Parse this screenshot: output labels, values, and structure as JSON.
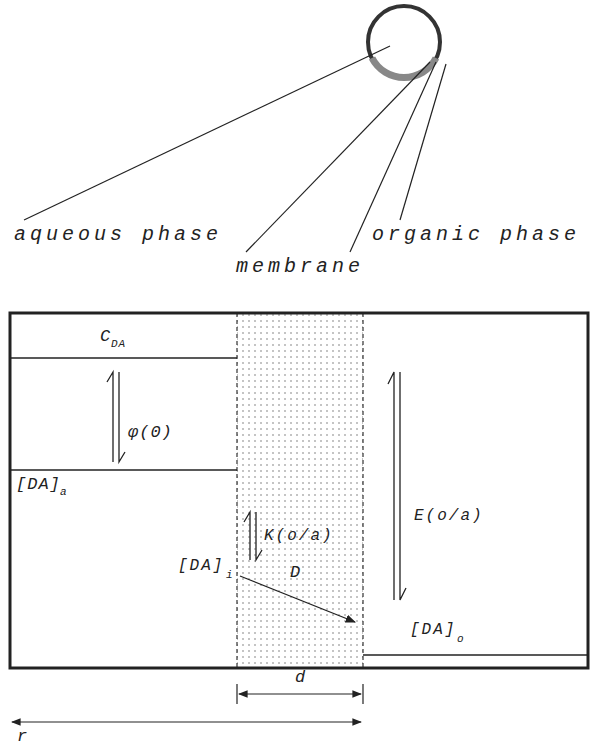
{
  "diagram": {
    "labels": [
      "aqueous phase",
      "membrane",
      "organic phase",
      "C",
      "DA",
      "φ(0)",
      "[DA]",
      "a",
      "K(o/a)",
      "[DA]",
      "i",
      "D",
      "E(o/a)",
      "[DA]",
      "o",
      "d",
      "r"
    ]
  }
}
